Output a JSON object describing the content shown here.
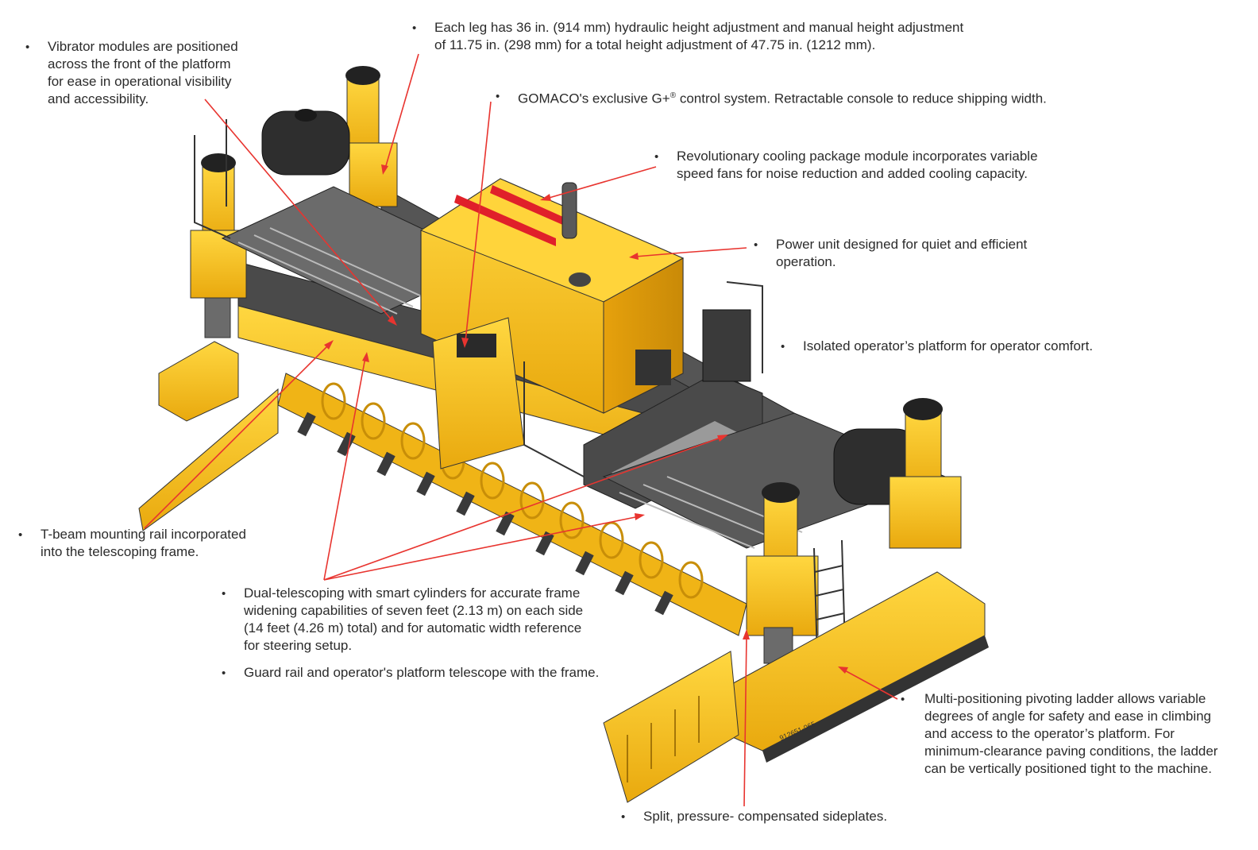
{
  "callouts": [
    {
      "id": "vibrator",
      "text": "Vibrator modules are positioned\nacross the front of the platform\nfor ease in operational visibility\nand accessibility."
    },
    {
      "id": "legs",
      "text": "Each leg has 36 in. (914 mm) hydraulic height adjustment and manual height adjustment\nof 11.75 in. (298 mm) for a total height adjustment of 47.75 in. (1212 mm)."
    },
    {
      "id": "control",
      "text_before": "GOMACO's exclusive G+",
      "trademark": "®",
      "text_after": " control system. Retractable console to reduce shipping width."
    },
    {
      "id": "cooling",
      "text": "Revolutionary cooling package module incorporates variable\nspeed fans for noise reduction and added cooling capacity."
    },
    {
      "id": "power",
      "text": "Power unit designed for quiet and efficient\noperation."
    },
    {
      "id": "platform",
      "text": "Isolated operator’s platform for operator comfort."
    },
    {
      "id": "tbeam",
      "text": "T-beam mounting rail incorporated\ninto the telescoping frame."
    },
    {
      "id": "dual",
      "text": "Dual-telescoping with smart cylinders for accurate frame\nwidening capabilities of seven feet (2.13 m) on each side\n(14 feet (4.26 m) total) and for automatic width reference\nfor steering setup."
    },
    {
      "id": "guard",
      "text": "Guard rail and operator's platform telescope with the frame."
    },
    {
      "id": "ladder",
      "text": "Multi-positioning pivoting ladder allows variable\ndegrees of angle for safety and ease in climbing\nand access to the operator’s platform. For\nminimum-clearance paving conditions, the ladder\ncan be vertically positioned tight to the machine."
    },
    {
      "id": "sideplates",
      "text": "Split, pressure- compensated sideplates."
    }
  ],
  "bullet_glyph": "•",
  "drawing_id": "912651-065",
  "colors": {
    "machine_yellow": "#f5c518",
    "machine_shade": "#d99a0c",
    "machine_dark": "#3a3a3a",
    "leader_red": "#e8342f",
    "stripe_red": "#e0202a"
  }
}
